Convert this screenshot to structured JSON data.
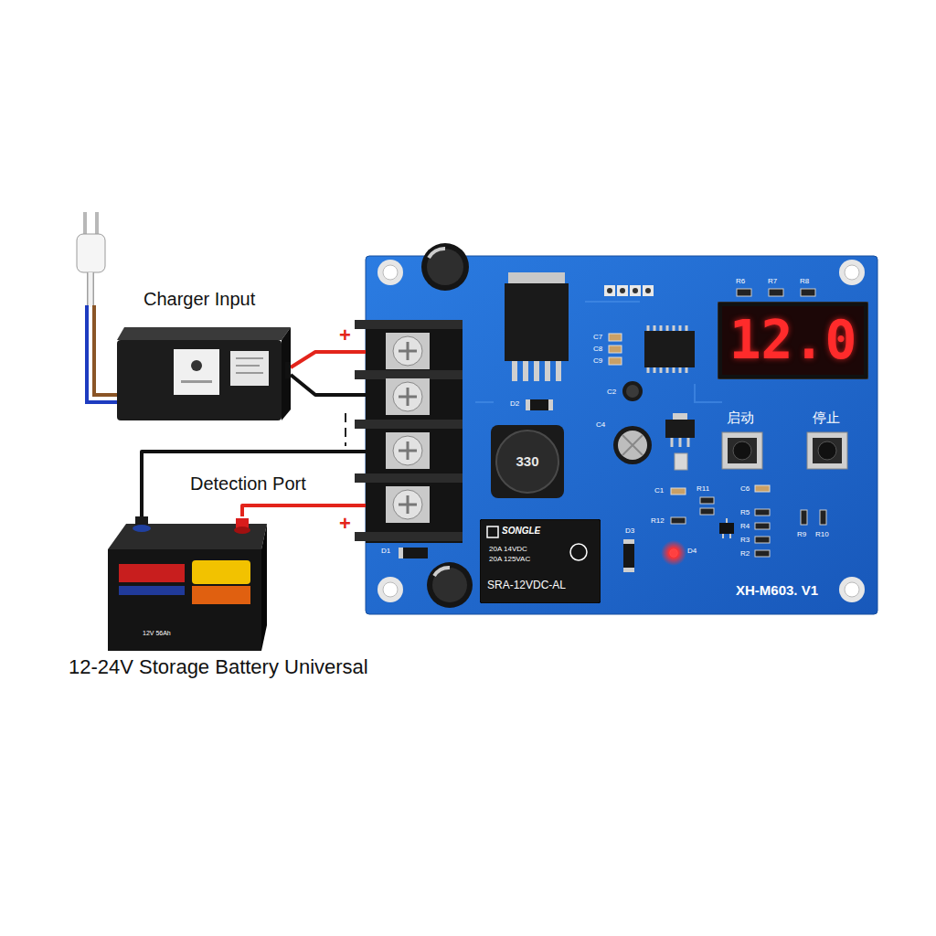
{
  "diagram": {
    "nodes": [
      {
        "text": [
          "Charger Input"
        ]
      },
      {
        "text": [
          "XH-M603. V1"
        ]
      },
      {
        "text": [
          "12.0"
        ],
        "in": 1
      },
      {
        "text": [
          "330"
        ],
        "in": 1
      },
      {
        "text": [
          "SONGLE",
          "20A 14VDC 20A 125VAC",
          "SRA-12VDC-AL"
        ],
        "in": 1
      },
      {
        "text": [
          "12V 56Ah",
          "12-24V Storage Battery Universal"
        ]
      }
    ],
    "edges": [
      {
        "from": 0,
        "to": 1,
        "arrow": "none",
        "label": "+"
      },
      {
        "from": 0,
        "to": 1,
        "arrow": "none"
      },
      {
        "from": 5,
        "to": 1,
        "arrow": "none"
      },
      {
        "from": 5,
        "to": 1,
        "arrow": "none",
        "label": "+"
      }
    ],
    "labels": [
      "Detection Port",
      "启动",
      "停止",
      "C7",
      "C8",
      "C9",
      "D2",
      "C2",
      "C4",
      "C1",
      "R12",
      "R11",
      "C6",
      "R5",
      "R4",
      "R3",
      "R2",
      "R9",
      "R10",
      "D3",
      "D4",
      "D1",
      "R6",
      "R7",
      "R8"
    ]
  }
}
